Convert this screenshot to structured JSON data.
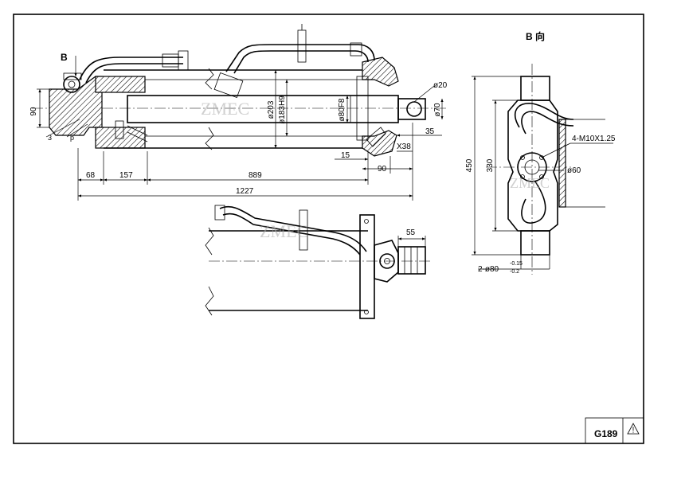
{
  "watermark": "ZMEC",
  "drawing_number": "G189",
  "view_label": "B 向",
  "arrow_label": "B",
  "part_numbers": [
    "3",
    "p"
  ],
  "dimensions": {
    "d20": "ø20",
    "d70": "ø70",
    "d203": "ø203",
    "d183": "ø183H9",
    "d80": "ø80F8",
    "d60": "ø60",
    "h90": "90",
    "w35": "35",
    "x38": "X38",
    "w15": "15",
    "w90": "90",
    "w68": "68",
    "w157": "157",
    "w889": "889",
    "w1227": "1227",
    "w55": "55",
    "h450": "450",
    "h330": "330",
    "thread": "4-M10X1.25",
    "bore_main": "2-ø80",
    "bore_tol_upper": "-0.15",
    "bore_tol_lower": "-0.2"
  },
  "warning_symbol": "warning-triangle"
}
